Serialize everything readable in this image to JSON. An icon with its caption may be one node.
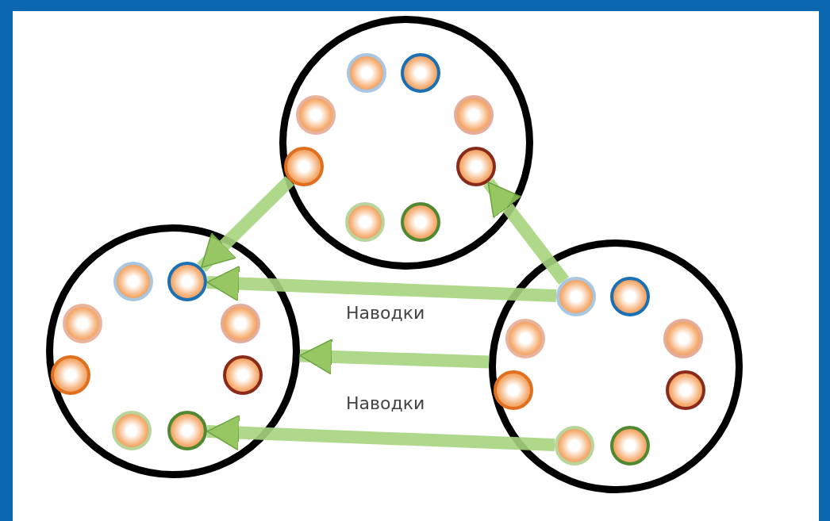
{
  "diagram": {
    "nodes": [
      {
        "text": [],
        "shape": "circle"
      },
      {
        "text": [],
        "shape": "circle",
        "in": 0
      },
      {
        "text": [],
        "shape": "circle",
        "in": 0
      },
      {
        "text": [],
        "shape": "circle",
        "in": 0
      },
      {
        "text": [],
        "shape": "circle",
        "in": 0
      },
      {
        "text": [],
        "shape": "circle",
        "in": 0
      },
      {
        "text": [],
        "shape": "circle",
        "in": 0
      },
      {
        "text": [],
        "shape": "circle",
        "in": 0
      },
      {
        "text": [],
        "shape": "circle",
        "in": 0
      },
      {
        "text": [],
        "shape": "circle"
      },
      {
        "text": [],
        "shape": "circle",
        "in": 9
      },
      {
        "text": [],
        "shape": "circle",
        "in": 9
      },
      {
        "text": [],
        "shape": "circle",
        "in": 9
      },
      {
        "text": [],
        "shape": "circle",
        "in": 9
      },
      {
        "text": [],
        "shape": "circle",
        "in": 9
      },
      {
        "text": [],
        "shape": "circle",
        "in": 9
      },
      {
        "text": [],
        "shape": "circle",
        "in": 9
      },
      {
        "text": [],
        "shape": "circle",
        "in": 9
      },
      {
        "text": [],
        "shape": "circle"
      },
      {
        "text": [],
        "shape": "circle",
        "in": 18
      },
      {
        "text": [],
        "shape": "circle",
        "in": 18
      },
      {
        "text": [],
        "shape": "circle",
        "in": 18
      },
      {
        "text": [],
        "shape": "circle",
        "in": 18
      },
      {
        "text": [],
        "shape": "circle",
        "in": 18
      },
      {
        "text": [],
        "shape": "circle",
        "in": 18
      },
      {
        "text": [],
        "shape": "circle",
        "in": 18
      },
      {
        "text": [],
        "shape": "circle",
        "in": 18
      }
    ],
    "edges": [
      {
        "from": 5,
        "to": 11,
        "arrow": "to"
      },
      {
        "from": 19,
        "to": 6,
        "arrow": "to"
      },
      {
        "from": 19,
        "to": 11,
        "arrow": "to"
      },
      {
        "from": 18,
        "to": 9,
        "arrow": "to"
      },
      {
        "from": 25,
        "to": 17,
        "arrow": "to"
      }
    ],
    "labels": [
      "Наводки",
      "Наводки"
    ]
  }
}
